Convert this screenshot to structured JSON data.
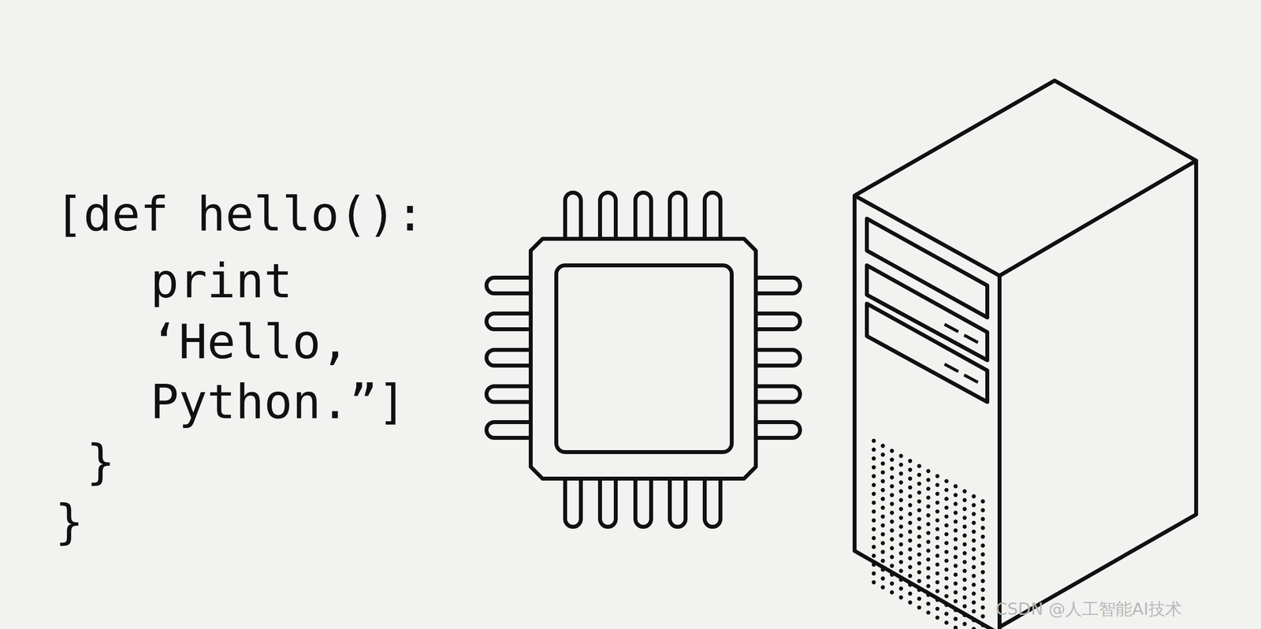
{
  "diagram": {
    "labels": [
      "[def hello():",
      "print",
      "‘Hello,",
      "Python.”]",
      "}",
      "}",
      "CSDN @人工智能AI技术"
    ]
  }
}
